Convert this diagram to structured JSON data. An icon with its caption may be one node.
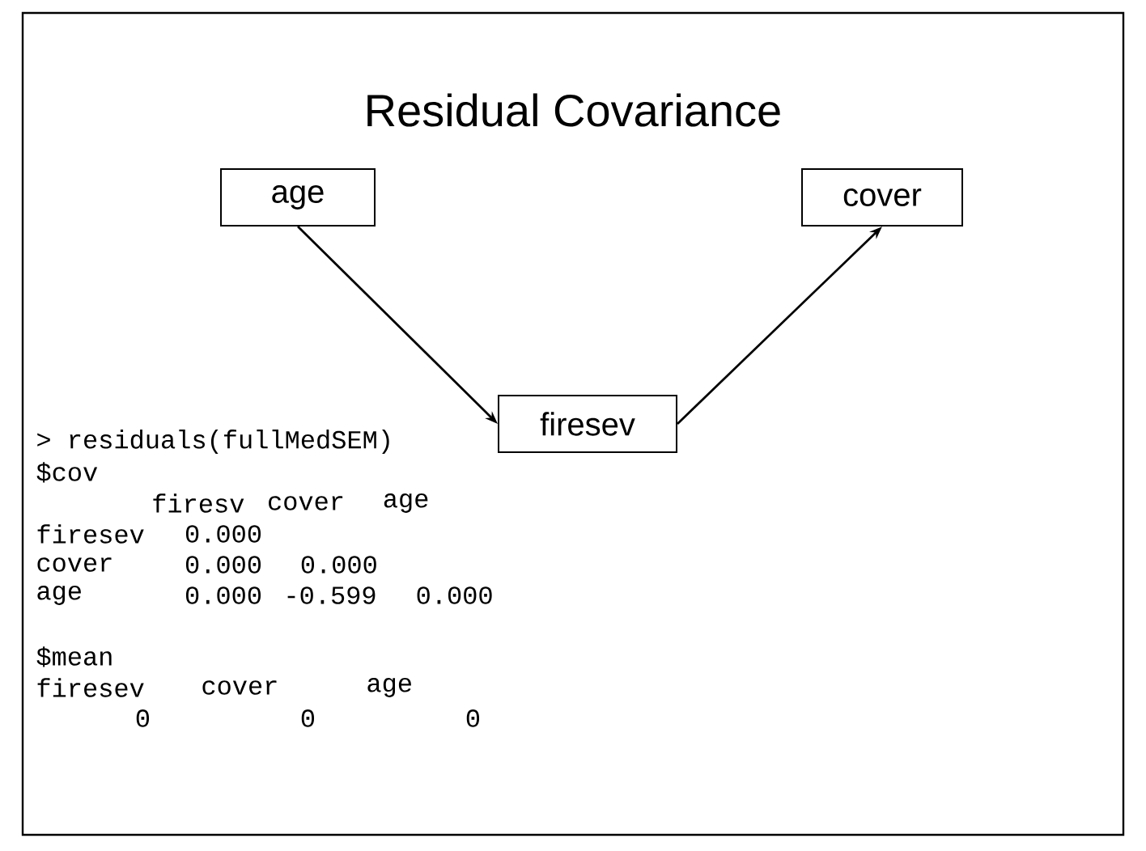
{
  "diagram": {
    "title": "Residual Covariance",
    "nodes": [
      {
        "text": [
          "age"
        ]
      },
      {
        "text": [
          "cover"
        ]
      },
      {
        "text": [
          "firesev"
        ]
      }
    ],
    "edges": [
      {
        "from": 0,
        "to": 2,
        "arrow": "to"
      },
      {
        "from": 2,
        "to": 1,
        "arrow": "to"
      }
    ],
    "labels": [
      "> residuals(fullMedSEM)",
      "$cov",
      "firesv",
      "cover",
      "age",
      "firesev",
      "0.000",
      "cover",
      "0.000",
      "0.000",
      "age",
      "0.000",
      "-0.599",
      "0.000",
      "$mean",
      "firesev",
      "cover",
      "age",
      "0",
      "0",
      "0"
    ]
  }
}
